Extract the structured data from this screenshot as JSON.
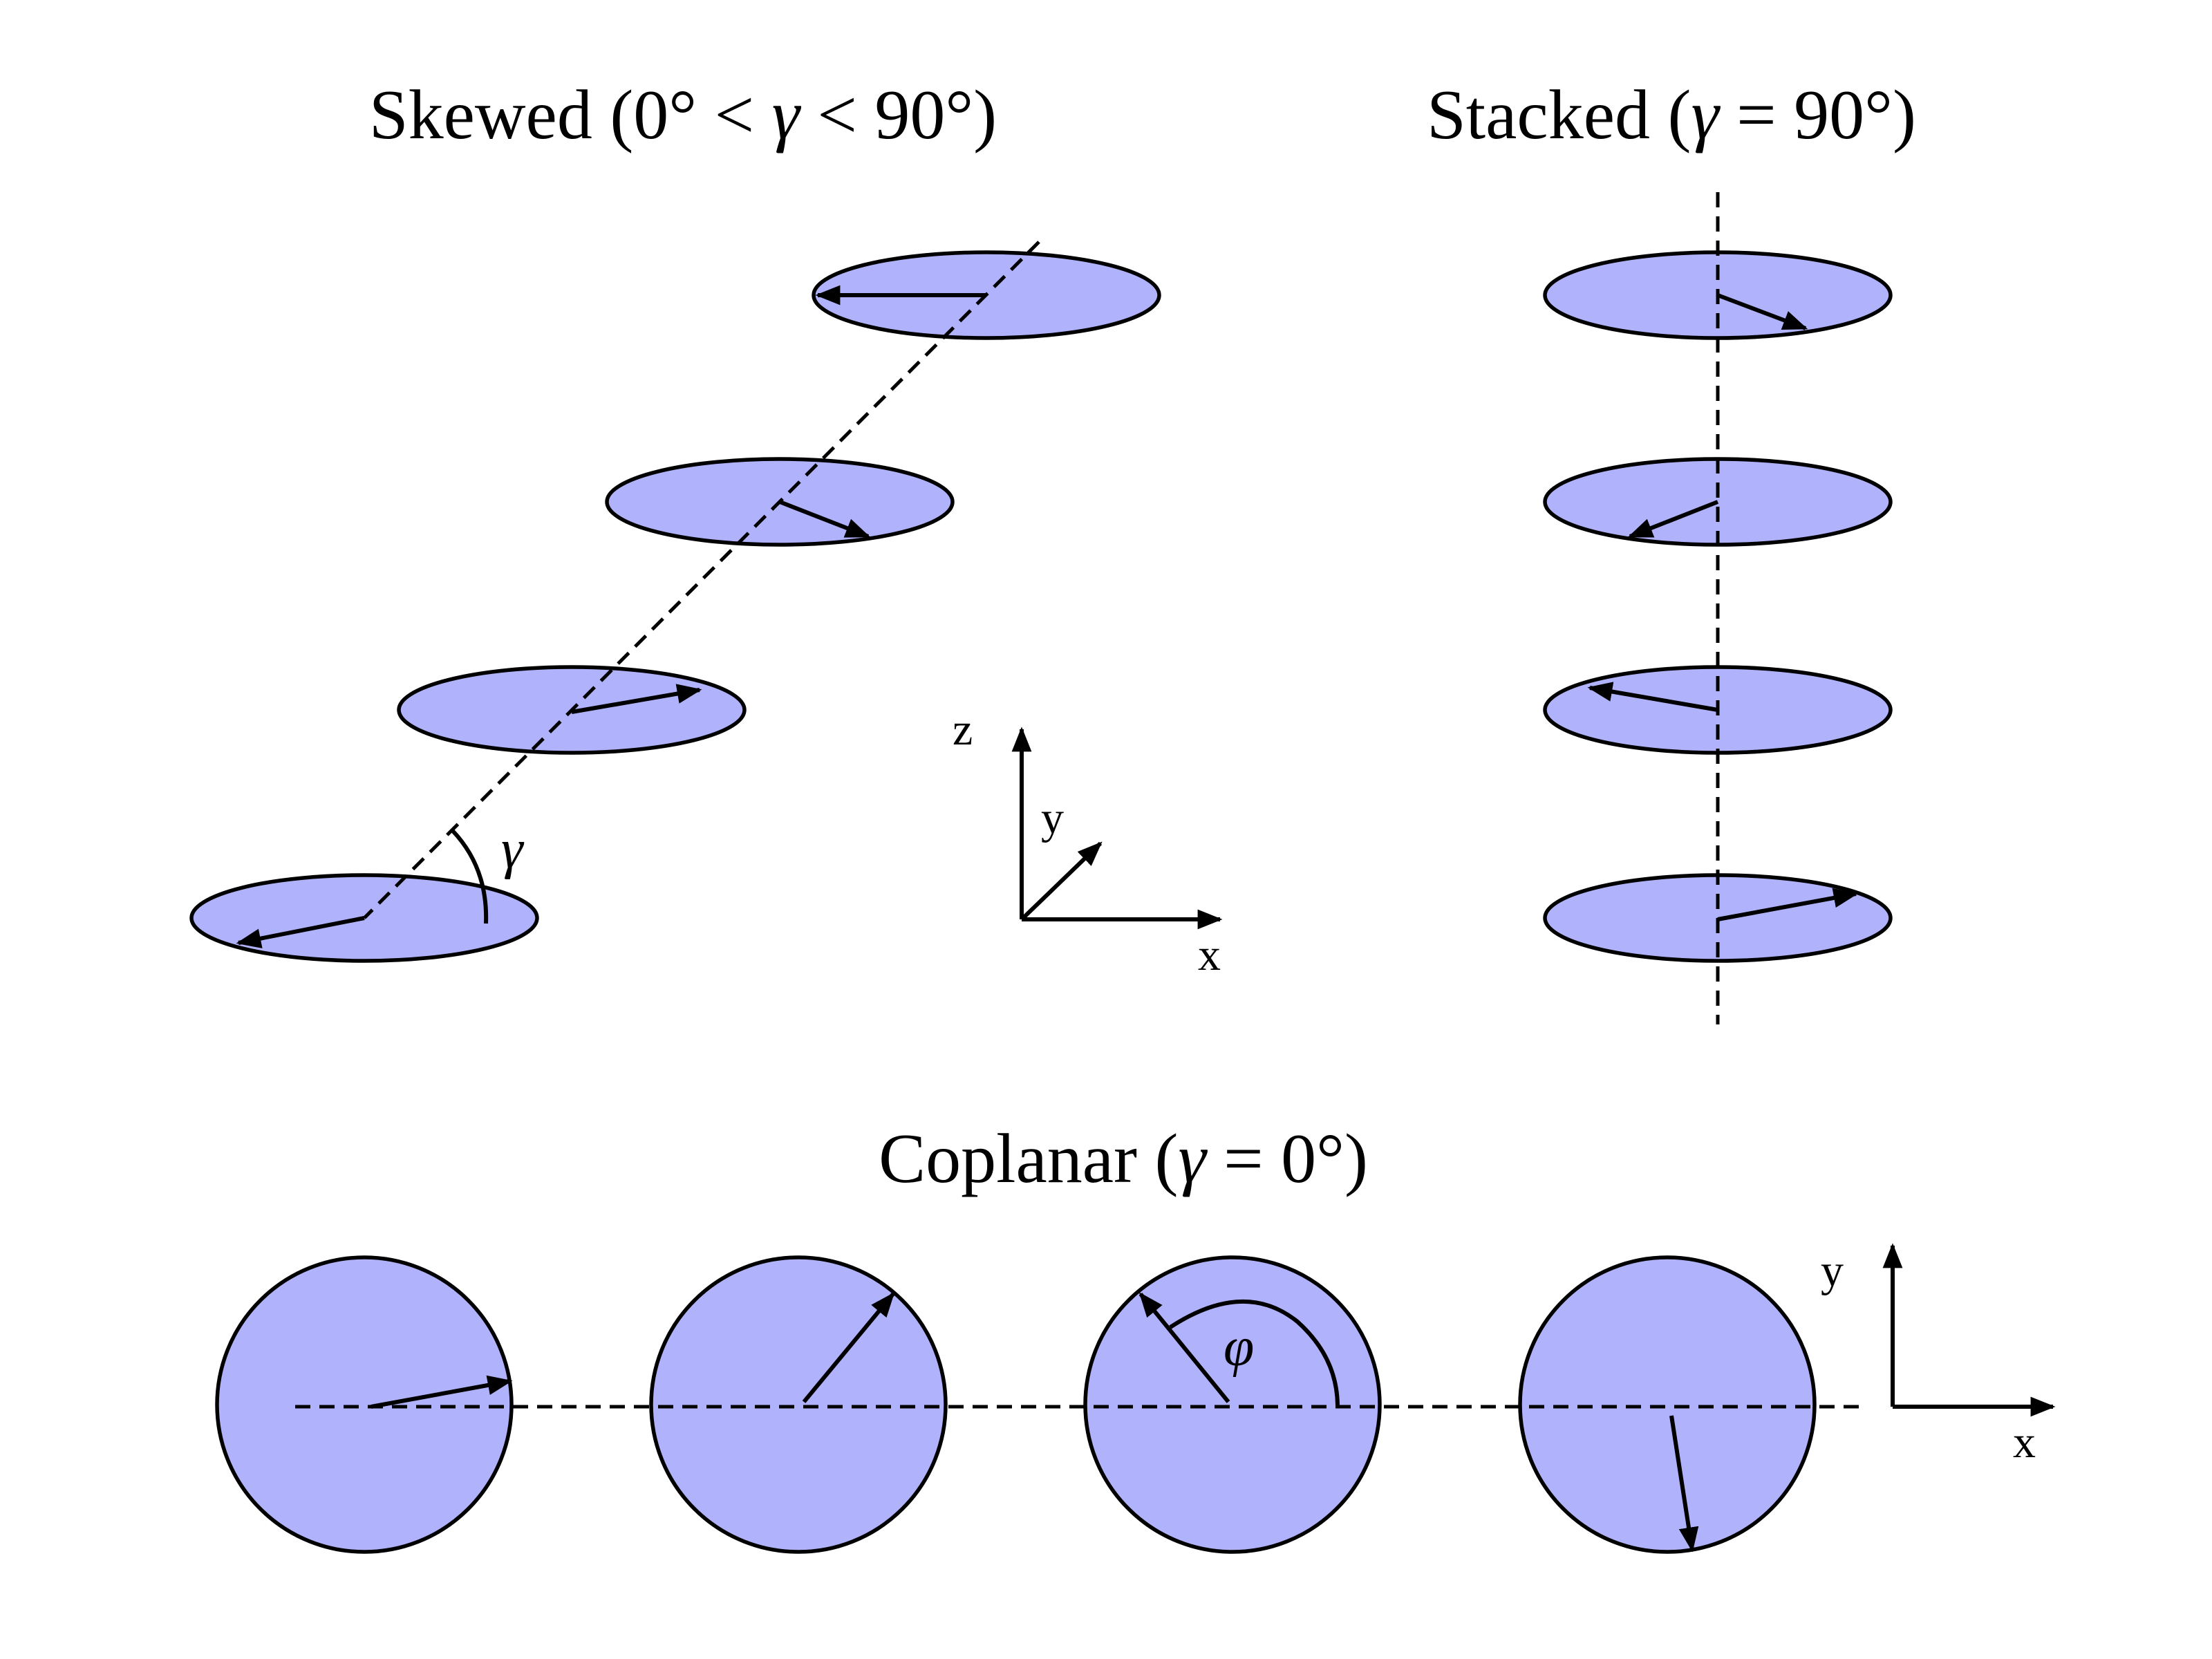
{
  "skewed": {
    "title_text": "Skewed (0° < ",
    "title_gamma": "γ",
    "title_tail": " < 90°)",
    "angle_symbol": "γ"
  },
  "stacked": {
    "title_text": "Stacked (",
    "title_gamma": "γ",
    "title_tail": " = 90°)"
  },
  "coplanar": {
    "title_text": "Coplanar (",
    "title_gamma": "γ",
    "title_tail": " = 0°)",
    "angle_symbol": "φ"
  },
  "axes_3d": {
    "z": "z",
    "y": "y",
    "x": "x"
  },
  "axes_2d": {
    "y": "y",
    "x": "x"
  },
  "colors": {
    "disk_fill": "#b0b3fb",
    "ink": "#000000"
  }
}
